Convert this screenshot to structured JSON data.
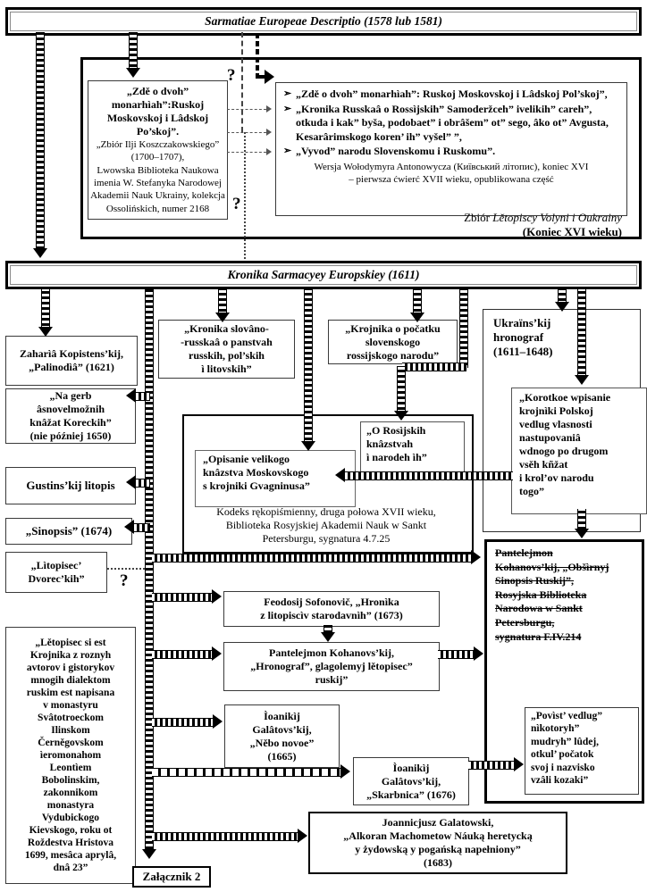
{
  "title_bar": "Sarmatiae Europeae Descriptio (1578 lub 1581)",
  "kronika_bar": "Kronika Sarmacyey Europskiey (1611)",
  "top_group": {
    "left_box_title": "„Zdě o dvoh”\nmonarhìah”:Ruskoj\nMoskovskoj i Lâdskoj\nPo’skoj”.",
    "left_box_body": "„Zbiór Ilji Koszczakowskiego”\n(1700–1707),\nLwowska Biblioteka Naukowa\nimenia W. Stefanyka Narodowej\nAkademii Nauk Ukrainy, kolekcja\nOssolińskich, numer 2168",
    "bullet_char": "➢",
    "bullets": [
      "„Zdě o dvoh” monarhìah”: Ruskoj Moskovskoj i Lâdskoj Pol’skoj”,",
      "„Kronika Russkaâ o Rossìjskih” Samoderžceh” ivelikih” careh”, otkuda i kak” byša, podobaet” i obrâšem” ot” sego, âko ot” Avgusta, Kesarârimskogo koren’ ih” vyšel” ”,",
      "„Vyvod” narodu Slovenskomu i Ruskomu”."
    ],
    "note": "Wersja Wołodymyra Antonowycza (Київський літопис), koniec XVI\n– pierwsza ćwierć XVII wieku, opublikowana część",
    "caption_prefix": "Zbiór ",
    "caption_italic": "Lětopiscy Volyni i Oukrainy",
    "caption_bold": "(Koniec XVI wieku)"
  },
  "row": {
    "zaharia": "Zaharìâ Kopistens’kij,\n„Palinodìâ” (1621)",
    "slovano": "„Kronika slovâno-\n-russkaâ o panstvah\nrusskih, pol’skih\nì litovskih”",
    "krojnika": "„Krojnika o počatku\nslovenskogo\nrossijskogo narodu”",
    "hronograf": "Ukraïns’kij\nhronograf\n(1611–1648)",
    "korotkoe": "„Korotkoe wpisanie\nkrojnìki Polskoj\nvedlug vlasnosti\nnastupovaniâ\nwdnogo po drugom\nvsěh kñžat\ni krol’ov narodu\ntogo”"
  },
  "left_col": {
    "nagerb": "„Na gerb\nâsnovelmožnih\nknâžat Koreckih”\n(nie później 1650)",
    "gustin": "Gustins’kij litopis",
    "sinopsis": "„Sinopsis” (1674)",
    "dvoreckih": "„Lìtopisec’\nDvorec’kih”",
    "letopisec": "„Lětopisec si est\nKrojnika z roznyh\navtorov i gistorykov\nmnogih dialektom\nruskim est napisana\nv monastyru\nSvâtotroeckom\nIlinskom\nČerněgovskom\nìeromonahom\nLeontìem\nBobolinskim,\nzakonnikom\nmonastyra\nVydubickogo\nKievskogo, roku ot\nRoždestva Hristova\n1699, mesâca aprylâ,\ndnâ 23”"
  },
  "mid_group": {
    "orosijskih": "„O Rosìjskih\nknâzstvah\nì narodeh ìh”",
    "opisanie": "„Opisanie velikogo\nknâzstva Moskovskogo\ns krojniki Gvagninusa”",
    "kodeks": "Kodeks rękopiśmienny, druga połowa XVII wieku,\nBiblioteka Rosyjskiej Akademii Nauk w Sankt\nPetersburgu, sygnatura 4.7.25"
  },
  "center_col": {
    "feodosij": "Feodosij Sofonovič, „Hronìka\nz litopiscìv starodavnìh” (1673)",
    "kohanovskij_hronograf": "Pantelejmon Kohanovs’kij,\n„Hronograf”, glagolemyj lětopisec”\nruskij”",
    "nebo": "Ìoanikìj\nGalâtovs’kij,\n„Něbo novoe”\n(1665)",
    "skarbnica": "Ìoanikìj\nGalâtovs’kij,\n„Skarbnica” (1676)",
    "alkoran": "Joannicjusz Galatowski,\n„Alkoran Machometow Náuką heretycką\ny żydowską y pogańską napełniony”\n(1683)"
  },
  "right_col": {
    "obsirnyj": "Pantelejmon\nKohanovs’kij, „Obšìrnyj\nSinopsis Ruskij”,\nRosyjska Biblioteka\nNarodowa w Sankt\nPetersburgu,\nsygnatura F.IV.214",
    "povist": "„Povìst’ vedlug”\nnìkotoryh”\nmudryh” lûdej,\notkul’ počatok\nsvoj i nazvisko\nvzâli kozaki”"
  },
  "misc": {
    "zalacznik": "Załącznik 2",
    "question": "?"
  }
}
